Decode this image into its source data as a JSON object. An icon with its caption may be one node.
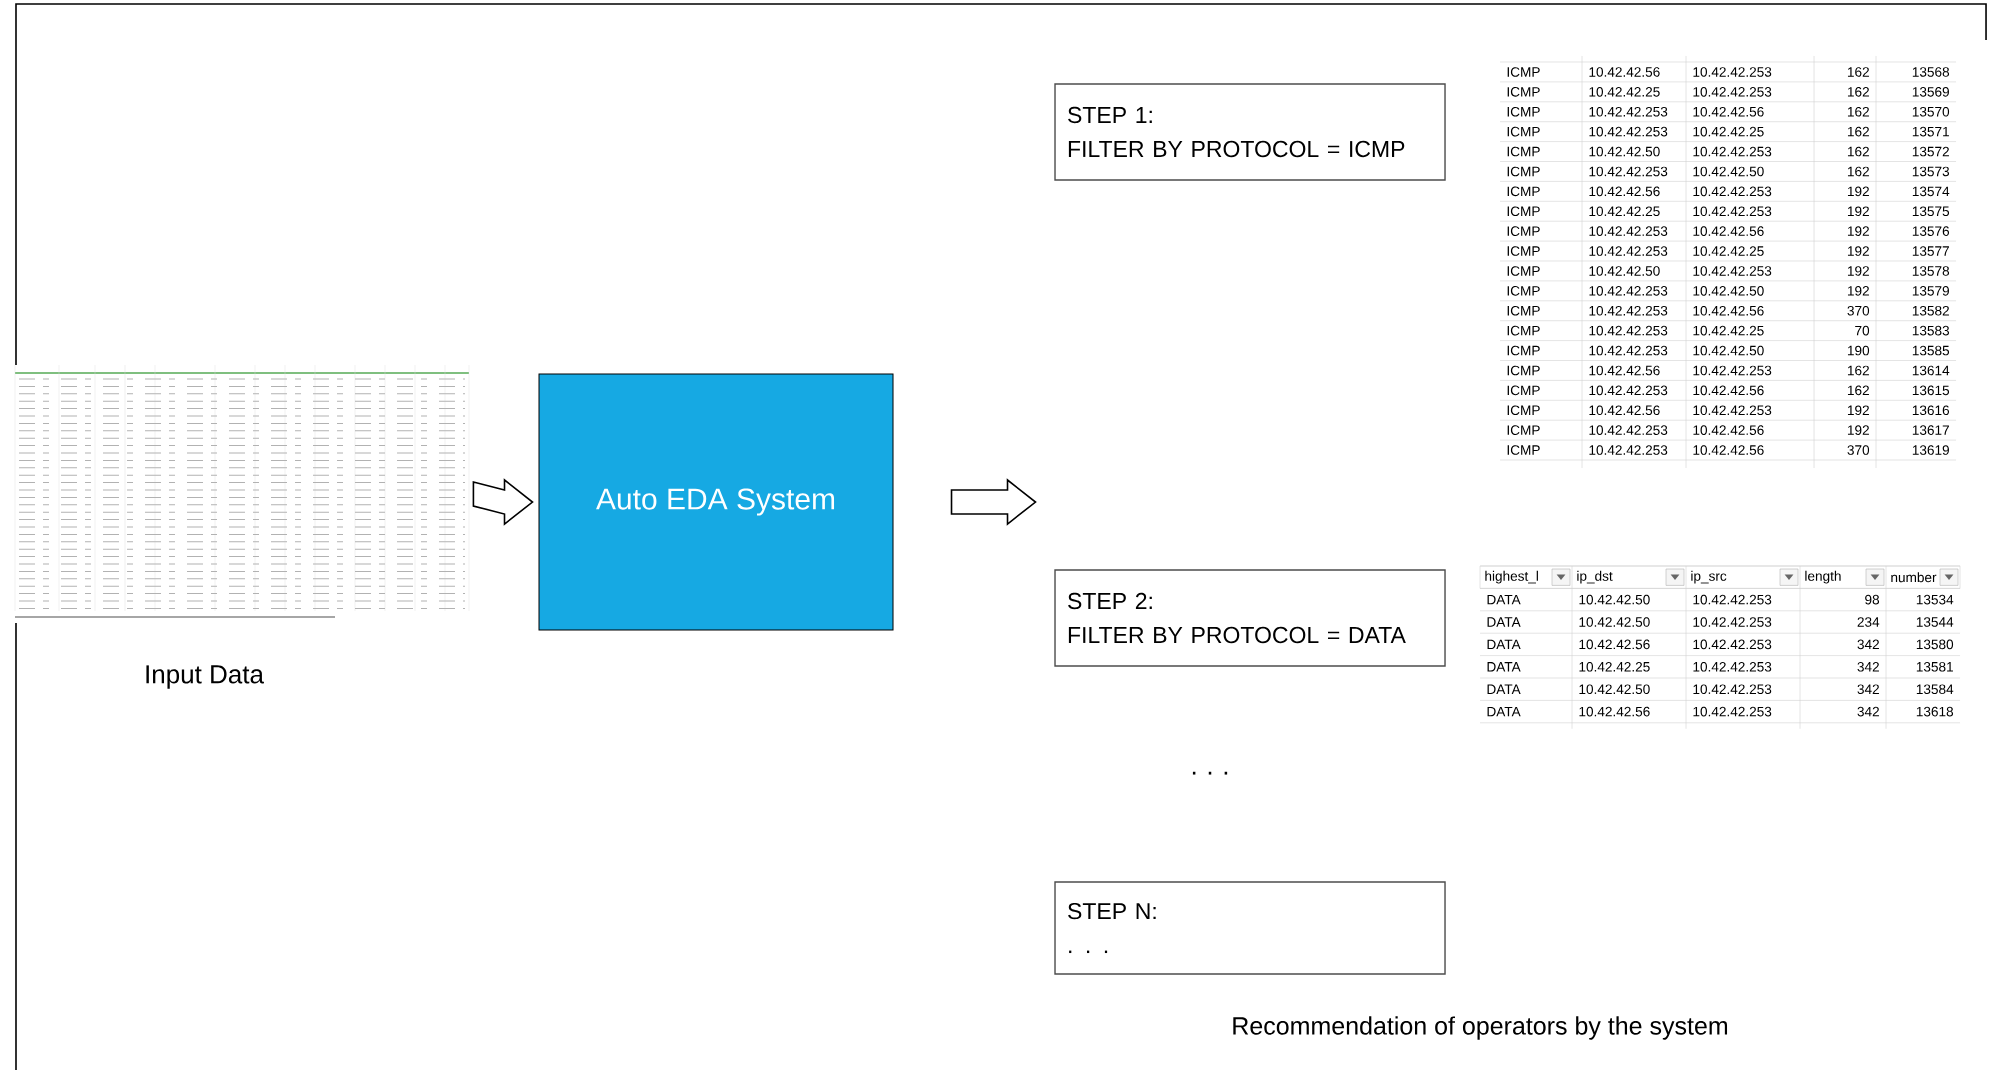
{
  "diagram": {
    "nodes": [
      {
        "text": [],
        "shape": "picture",
        "beside": [
          "Input Data"
        ]
      },
      {
        "text": [
          "Auto EDA System"
        ]
      },
      {
        "text": [
          "STEP 1:",
          "FILTER BY PROTOCOL = ICMP"
        ]
      },
      {
        "text": [
          "STEP 2:",
          "FILTER BY PROTOCOL = DATA"
        ]
      },
      {
        "text": [
          "STEP N:",
          ". . ."
        ]
      }
    ],
    "edges": [
      {
        "from": 0,
        "to": 1,
        "arrow": "to"
      },
      {
        "from": 1,
        "to": null,
        "arrow": "to"
      }
    ],
    "labels": [
      "ICMP",
      "10.42.42.56",
      "10.42.42.253",
      "162",
      "13568",
      "ICMP",
      "10.42.42.25",
      "10.42.42.253",
      "162",
      "13569",
      "ICMP",
      "10.42.42.253",
      "10.42.42.56",
      "162",
      "13570",
      "ICMP",
      "10.42.42.253",
      "10.42.42.25",
      "162",
      "13571",
      "ICMP",
      "10.42.42.50",
      "10.42.42.253",
      "162",
      "13572",
      "ICMP",
      "10.42.42.253",
      "10.42.42.50",
      "162",
      "13573",
      "ICMP",
      "10.42.42.56",
      "10.42.42.253",
      "192",
      "13574",
      "ICMP",
      "10.42.42.25",
      "10.42.42.253",
      "192",
      "13575",
      "ICMP",
      "10.42.42.253",
      "10.42.42.56",
      "192",
      "13576",
      "ICMP",
      "10.42.42.253",
      "10.42.42.25",
      "192",
      "13577",
      "ICMP",
      "10.42.42.50",
      "10.42.42.253",
      "192",
      "13578",
      "ICMP",
      "10.42.42.253",
      "10.42.42.50",
      "192",
      "13579",
      "ICMP",
      "10.42.42.253",
      "10.42.42.56",
      "370",
      "13582",
      "ICMP",
      "10.42.42.253",
      "10.42.42.25",
      "70",
      "13583",
      "ICMP",
      "10.42.42.253",
      "10.42.42.50",
      "190",
      "13585",
      "ICMP",
      "10.42.42.56",
      "10.42.42.253",
      "162",
      "13614",
      "ICMP",
      "10.42.42.253",
      "10.42.42.56",
      "162",
      "13615",
      "ICMP",
      "10.42.42.56",
      "10.42.42.253",
      "192",
      "13616",
      "ICMP",
      "10.42.42.253",
      "10.42.42.56",
      "192",
      "13617",
      "ICMP",
      "10.42.42.253",
      "10.42.42.56",
      "370",
      "13619",
      "highest_l",
      "ip_dst",
      "ip_src",
      "length",
      "number",
      "DATA",
      "10.42.42.50",
      "10.42.42.253",
      "98",
      "13534",
      "DATA",
      "10.42.42.50",
      "10.42.42.253",
      "234",
      "13544",
      "DATA",
      "10.42.42.56",
      "10.42.42.253",
      "342",
      "13580",
      "DATA",
      "10.42.42.25",
      "10.42.42.253",
      "342",
      "13581",
      "DATA",
      "10.42.42.50",
      "10.42.42.253",
      "342",
      "13584",
      "DATA",
      "10.42.42.56",
      "10.42.42.253",
      "342",
      "13618",
      "· · ·",
      "Recommendation of operators by the system"
    ]
  }
}
